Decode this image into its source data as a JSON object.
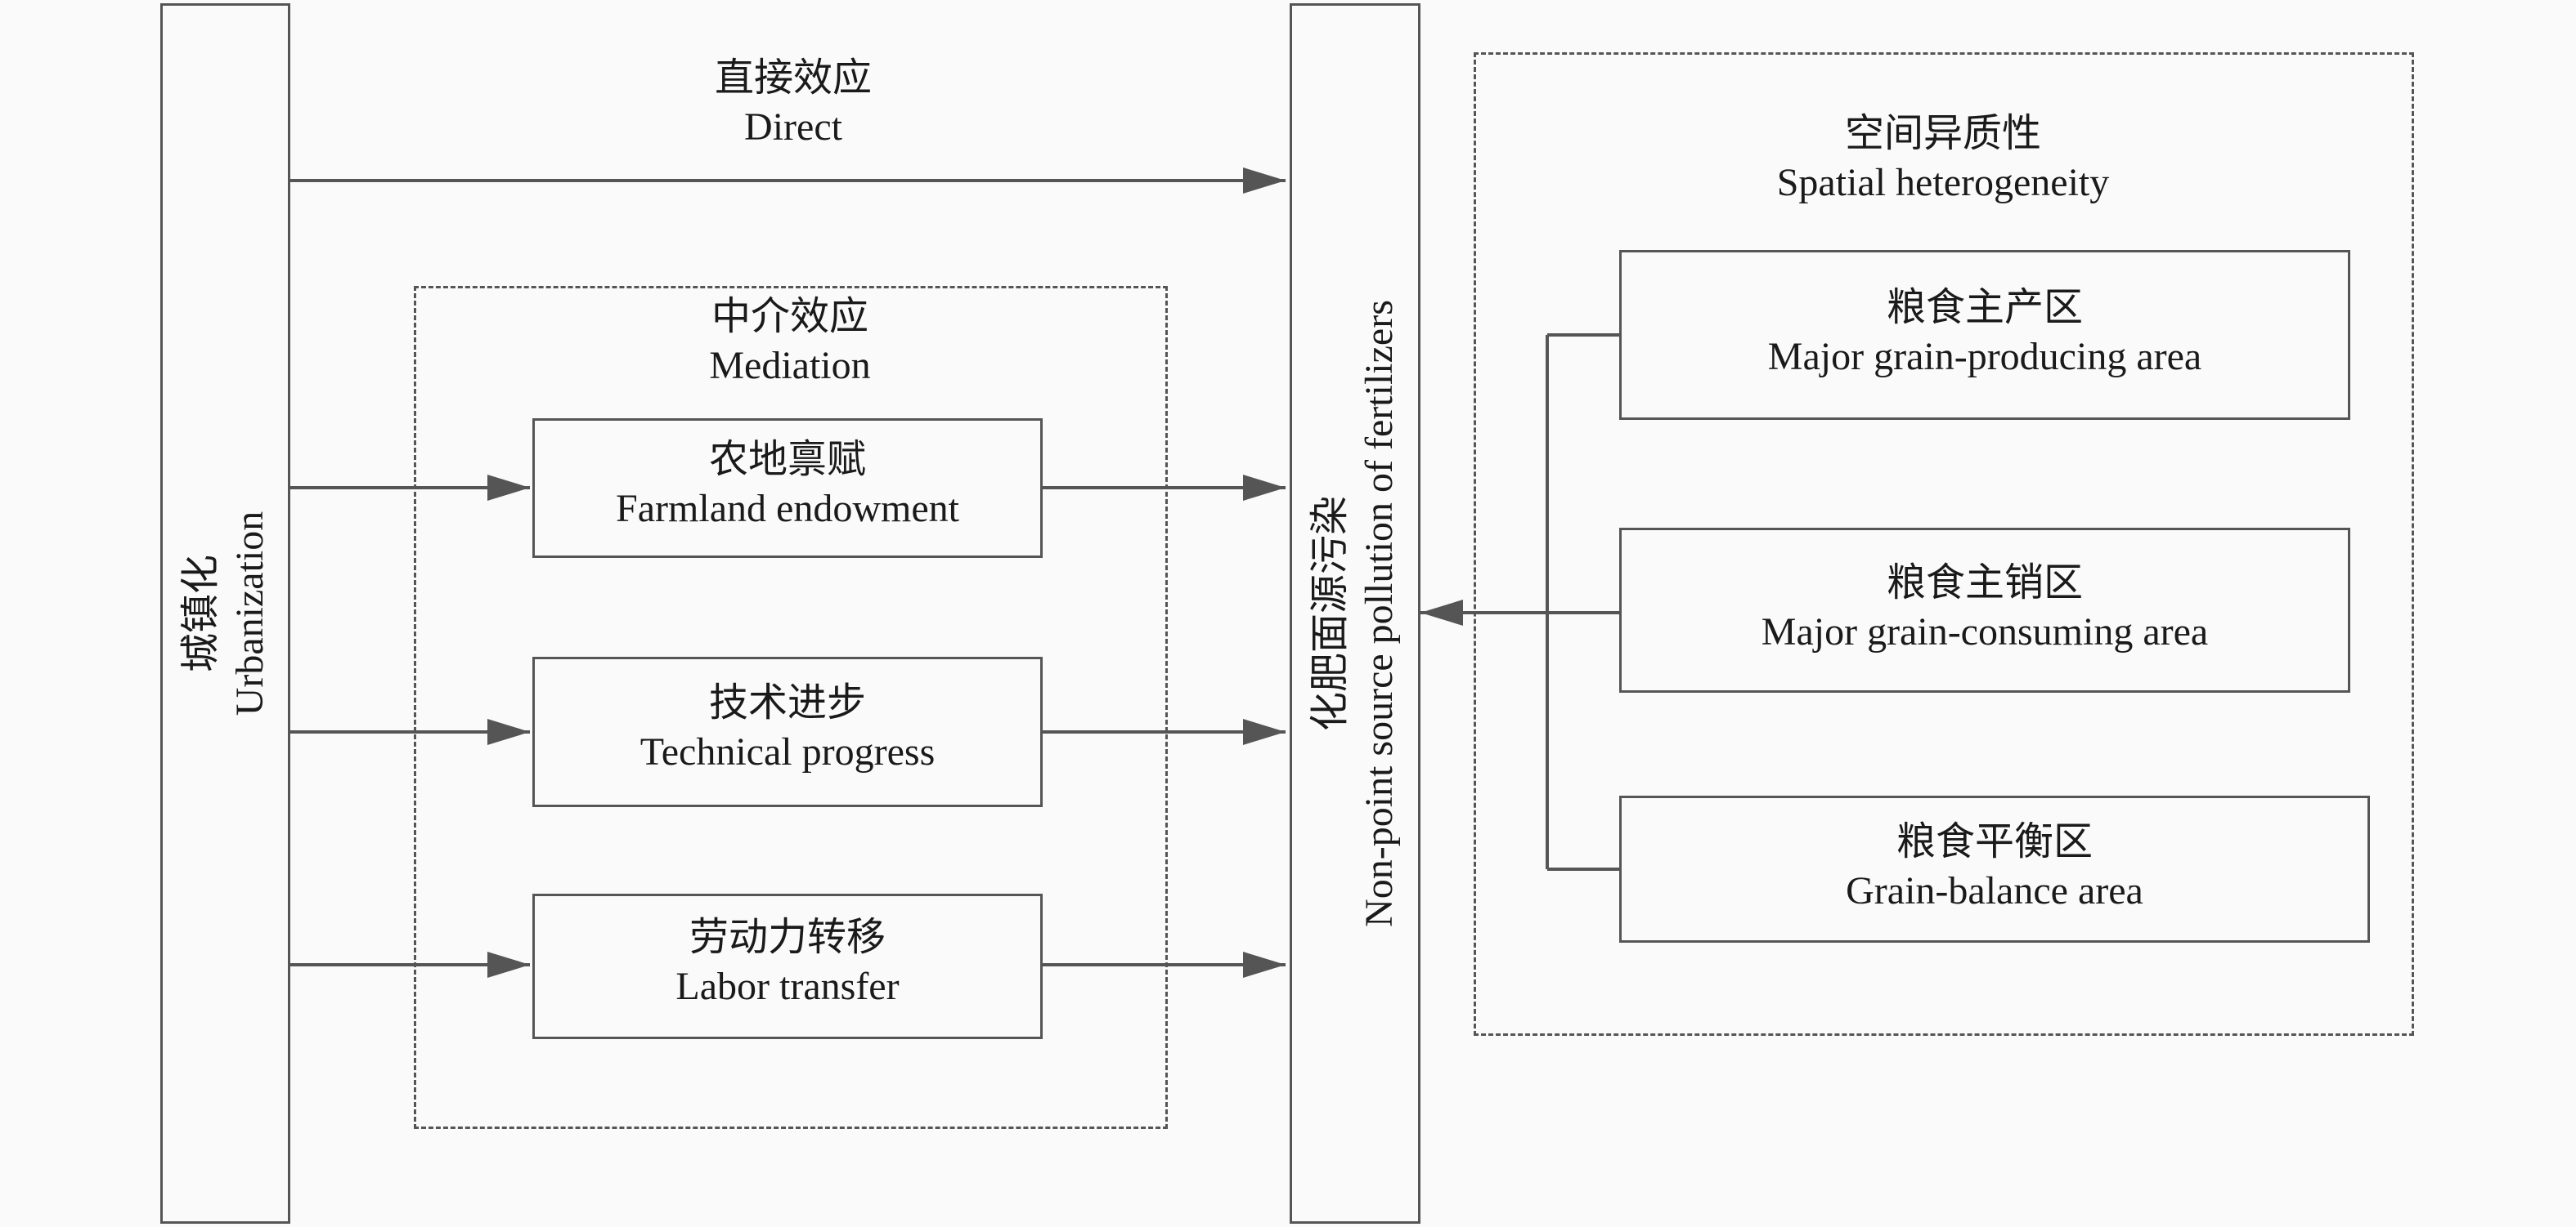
{
  "urbanization": {
    "zh": "城镇化",
    "en": "Urbanization"
  },
  "pollution": {
    "zh": "化肥面源污染",
    "en": "Non-point source pollution of fertilizers"
  },
  "direct": {
    "zh": "直接效应",
    "en": "Direct"
  },
  "mediation": {
    "zh": "中介效应",
    "en": "Mediation",
    "items": [
      {
        "zh": "农地禀赋",
        "en": "Farmland endowment"
      },
      {
        "zh": "技术进步",
        "en": "Technical progress"
      },
      {
        "zh": "劳动力转移",
        "en": "Labor transfer"
      }
    ]
  },
  "heterogeneity": {
    "zh": "空间异质性",
    "en": "Spatial heterogeneity",
    "items": [
      {
        "zh": "粮食主产区",
        "en": "Major grain-producing area"
      },
      {
        "zh": "粮食主销区",
        "en": "Major grain-consuming area"
      },
      {
        "zh": "粮食平衡区",
        "en": "Grain-balance area"
      }
    ]
  },
  "colors": {
    "line": "#555555",
    "text": "#1a1a1a",
    "background": "#fafafa"
  }
}
